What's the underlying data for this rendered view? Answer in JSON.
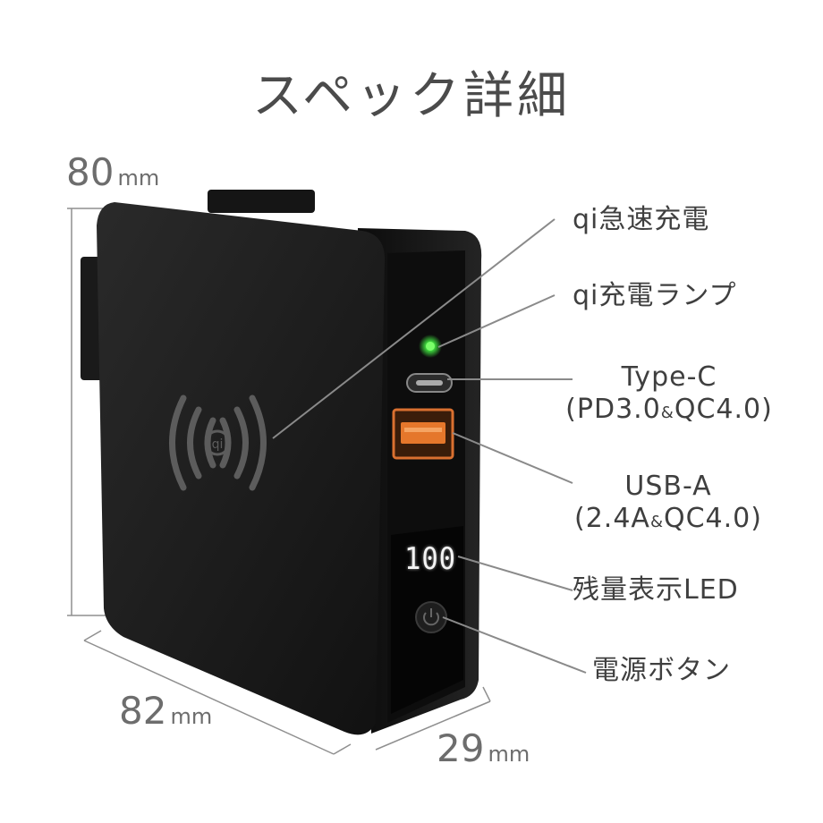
{
  "title": "スペック詳細",
  "dimensions": {
    "height": {
      "value": "80",
      "unit": "mm"
    },
    "width": {
      "value": "82",
      "unit": "mm"
    },
    "depth": {
      "value": "29",
      "unit": "mm"
    }
  },
  "display_reading": "100",
  "labels": {
    "qi_fast_charge": "qi急速充電",
    "qi_lamp": "qi充電ランプ",
    "type_c_line1": "Type-C",
    "type_c_line2_a": "(PD3.0",
    "type_c_line2_amp": "&",
    "type_c_line2_b": "QC4.0)",
    "usb_a_line1": "USB-A",
    "usb_a_line2_a": "(2.4A",
    "usb_a_line2_amp": "&",
    "usb_a_line2_b": "QC4.0)",
    "battery_led": "残量表示LED",
    "power_button": "電源ボタン"
  },
  "colors": {
    "body": "#1c1c1c",
    "port_orange": "#e0702a",
    "led_green": "#3cd23c",
    "leader_line": "#8a8a8a"
  }
}
